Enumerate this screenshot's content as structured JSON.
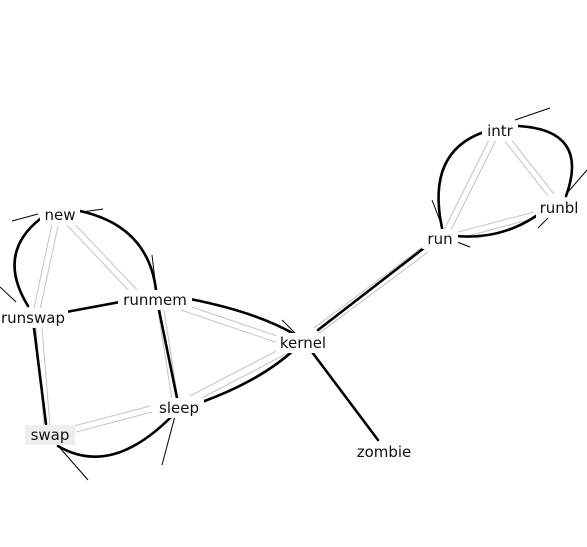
{
  "nodes": {
    "new": "new",
    "runmem": "runmem",
    "runswap": "runswap",
    "kernel": "kernel",
    "sleep": "sleep",
    "swap": "swap",
    "zombie": "zombie",
    "run": "run",
    "intr": "intr",
    "runbl": "runbl"
  }
}
